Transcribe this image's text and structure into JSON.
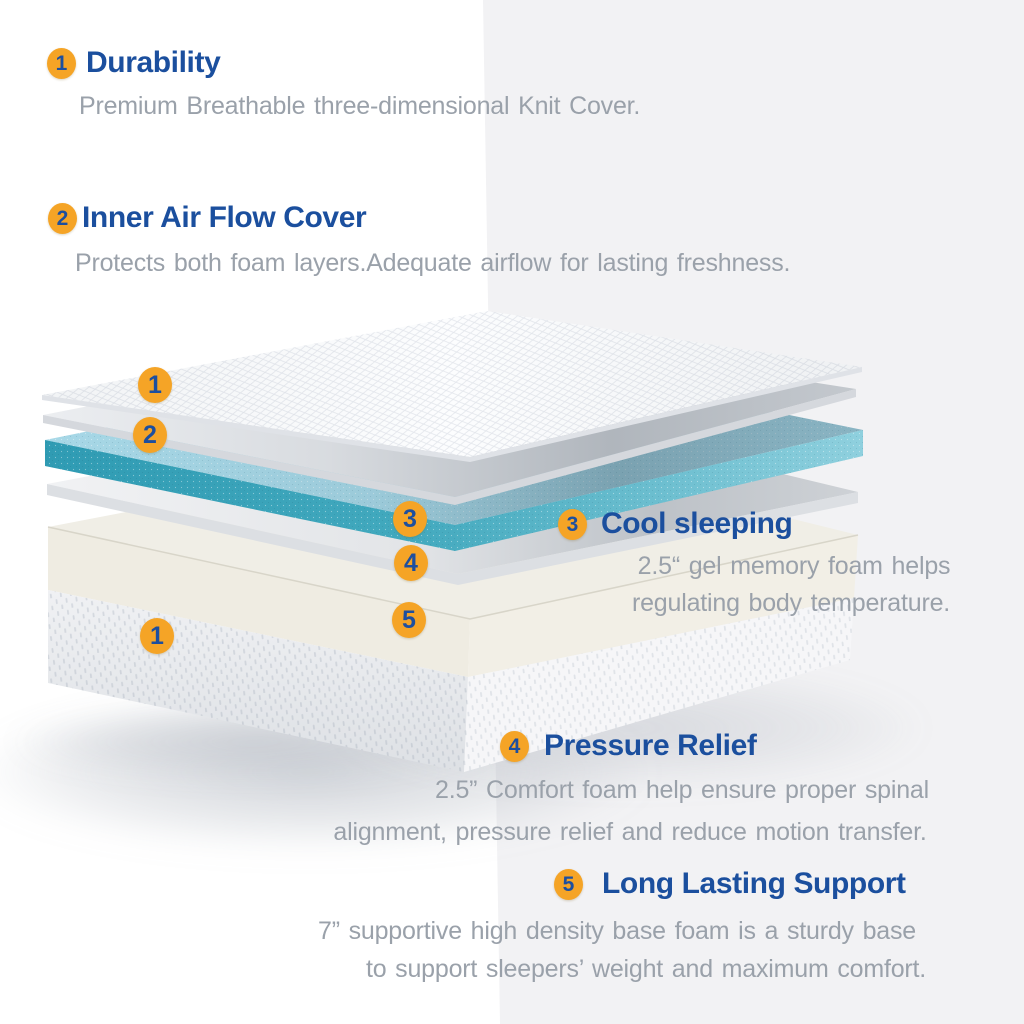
{
  "colors": {
    "background_left": "#ffffff",
    "background_right": "#f2f2f4",
    "badge_background": "#f5a426",
    "badge_number": "#1d4f9f",
    "heading": "#1b4f9e",
    "body_text": "#9aa1aa",
    "gel_foam": "#4aacc2"
  },
  "sections": [
    {
      "num": "1",
      "title": "Durability",
      "lines": [
        "Premium Breathable three-dimensional Knit Cover."
      ]
    },
    {
      "num": "2",
      "title": "Inner Air Flow Cover",
      "lines": [
        "Protects both foam layers.Adequate airflow for lasting freshness."
      ]
    },
    {
      "num": "3",
      "title": "Cool sleeping",
      "lines": [
        "2.5“ gel memory foam helps",
        "regulating body temperature."
      ]
    },
    {
      "num": "4",
      "title": "Pressure Relief",
      "lines": [
        "2.5” Comfort foam help ensure proper spinal",
        "alignment, pressure relief and reduce motion transfer."
      ]
    },
    {
      "num": "5",
      "title": "Long Lasting Support",
      "lines": [
        "7” supportive high density base foam is a sturdy base",
        "to support sleepers’ weight and maximum comfort."
      ]
    }
  ],
  "diagram": {
    "name": "mattress-exploded-view",
    "layers": [
      {
        "badge": "1",
        "layer": "knit-cover-sheet"
      },
      {
        "badge": "2",
        "layer": "inner-air-flow-cover-sheet"
      },
      {
        "badge": "3",
        "layer": "gel-memory-foam-layer"
      },
      {
        "badge": "4",
        "layer": "comfort-foam-layer"
      },
      {
        "badge": "5",
        "layer": "base-foam-layer"
      },
      {
        "badge": "1",
        "layer": "knit-cover-base-wrap"
      }
    ]
  }
}
